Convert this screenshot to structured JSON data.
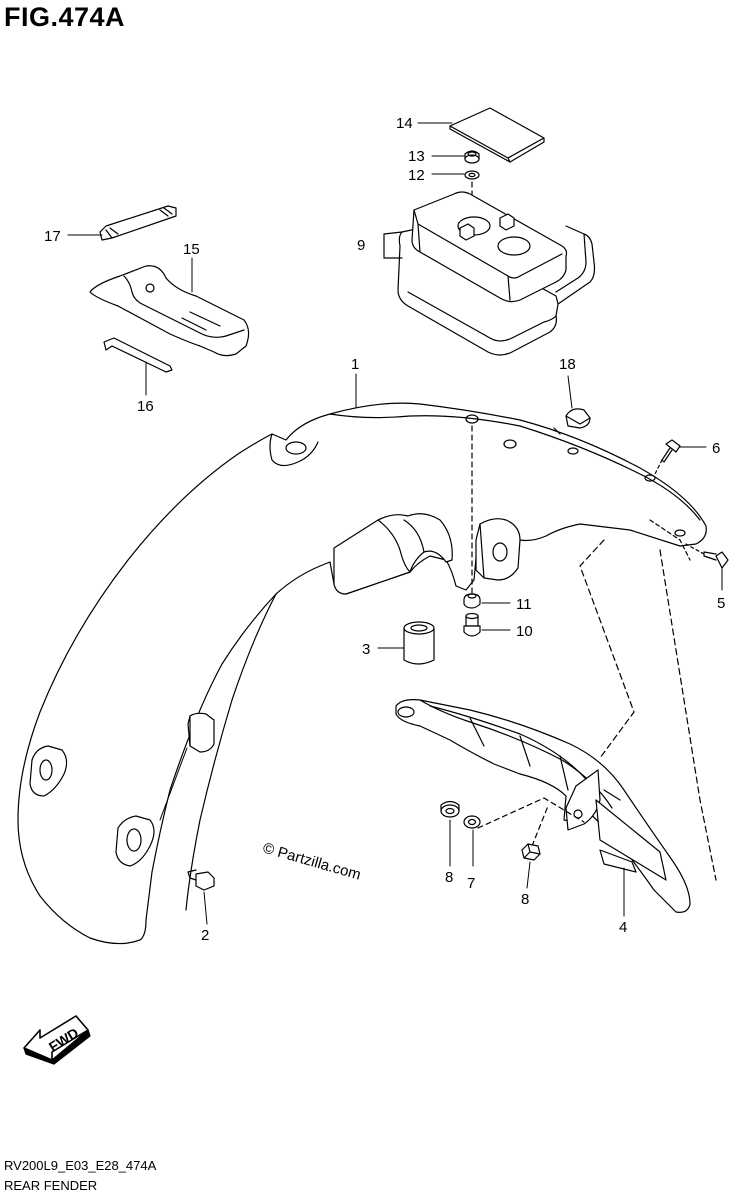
{
  "figure": {
    "title": "FIG.474A",
    "code": "RV200L9_E03_E28_474A",
    "name": "REAR FENDER"
  },
  "watermark": "© Partzilla.com",
  "fwd_label": "FWD",
  "callouts": {
    "c1": "1",
    "c2": "2",
    "c3": "3",
    "c4": "4",
    "c5": "5",
    "c6": "6",
    "c7": "7",
    "c8a": "8",
    "c8b": "8",
    "c9": "9",
    "c10": "10",
    "c11": "11",
    "c12": "12",
    "c13": "13",
    "c14": "14",
    "c15": "15",
    "c16": "16",
    "c17": "17",
    "c18": "18"
  }
}
